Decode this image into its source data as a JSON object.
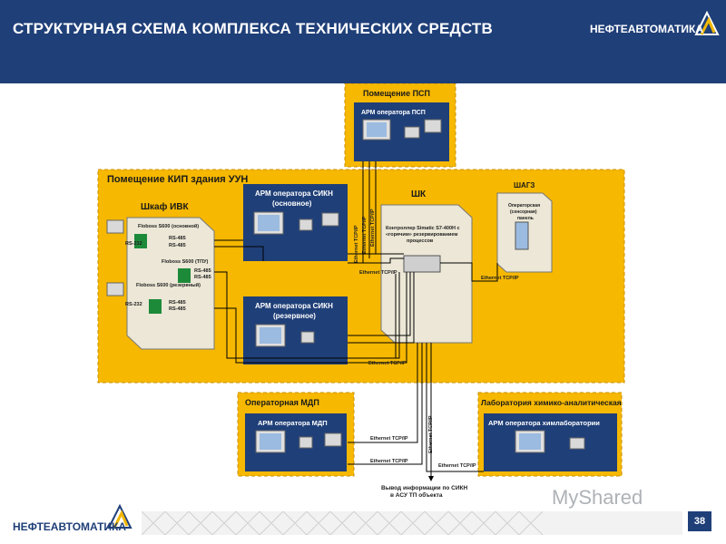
{
  "header": {
    "title": "СТРУКТУРНАЯ СХЕМА КОМПЛЕКСА ТЕХНИЧЕСКИХ СРЕДСТВ",
    "logo": "НЕФТЕАВТОМАТИКА"
  },
  "rooms": {
    "psp": {
      "title": "Помещение ПСП",
      "arm": "АРМ оператора ПСП"
    },
    "kip": {
      "title": "Помещение КИП здания УУН"
    },
    "ivk": {
      "title": "Шкаф ИВК",
      "floboss_main": "Floboss S600 (основной)",
      "floboss_tpu": "Floboss S600 (ТПУ)",
      "floboss_reserve": "Floboss S600 (резервный)"
    },
    "sikn_main": {
      "title": "АРМ оператора СИКН",
      "sub": "(основное)"
    },
    "sikn_reserve": {
      "title": "АРМ оператора СИКН",
      "sub": "(резервное)"
    },
    "shk": {
      "title": "ШК",
      "controller1": "Контроллер Simatic S7-400H с",
      "controller2": "«горячим» резервированием",
      "controller3": "процессов"
    },
    "shagz": {
      "title": "ШАГЗ",
      "panel1": "Операторская",
      "panel2": "(сенсорная)",
      "panel3": "панель"
    },
    "mdp": {
      "title": "Операторная МДП",
      "arm": "АРМ оператора МДП"
    },
    "lab": {
      "title": "Лаборатория химико-аналитическая",
      "arm": "АРМ оператора химлаборатории"
    }
  },
  "links": {
    "rs232": "RS-232",
    "rs485": "RS-485",
    "ethernet": "Ethernet TCP/IP"
  },
  "output_note": {
    "line1": "Вывод информации по СИКН",
    "line2": "в АСУ ТП объекта"
  },
  "footer": {
    "logo": "НЕФТЕАВТОМАТИКА",
    "page": "38",
    "watermark": "MyShared"
  }
}
